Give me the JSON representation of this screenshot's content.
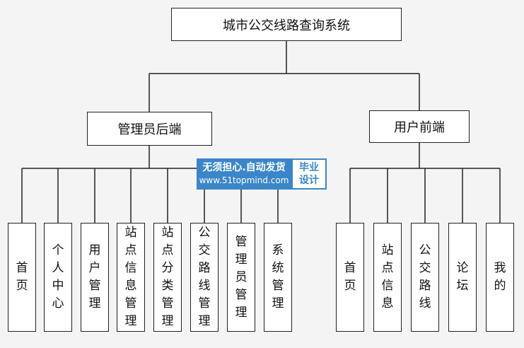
{
  "root": {
    "label": "城市公交线路查询系统"
  },
  "admin": {
    "label": "管理员后端",
    "children": [
      "首页",
      "个人中心",
      "用户管理",
      "站点信息管理",
      "站点分类管理",
      "公交路线管理",
      "管理员管理",
      "系统管理"
    ]
  },
  "user": {
    "label": "用户前端",
    "children": [
      "首页",
      "站点信息",
      "公交路线",
      "论坛",
      "我的"
    ]
  },
  "watermark": {
    "line1": "无须担心.自动发货",
    "line2": "www.51topmind.com",
    "badge_line1": "毕业",
    "badge_line2": "设计"
  },
  "colors": {
    "background": "#f4f4f4",
    "box_border": "#222222",
    "watermark": "#3a86c8"
  }
}
